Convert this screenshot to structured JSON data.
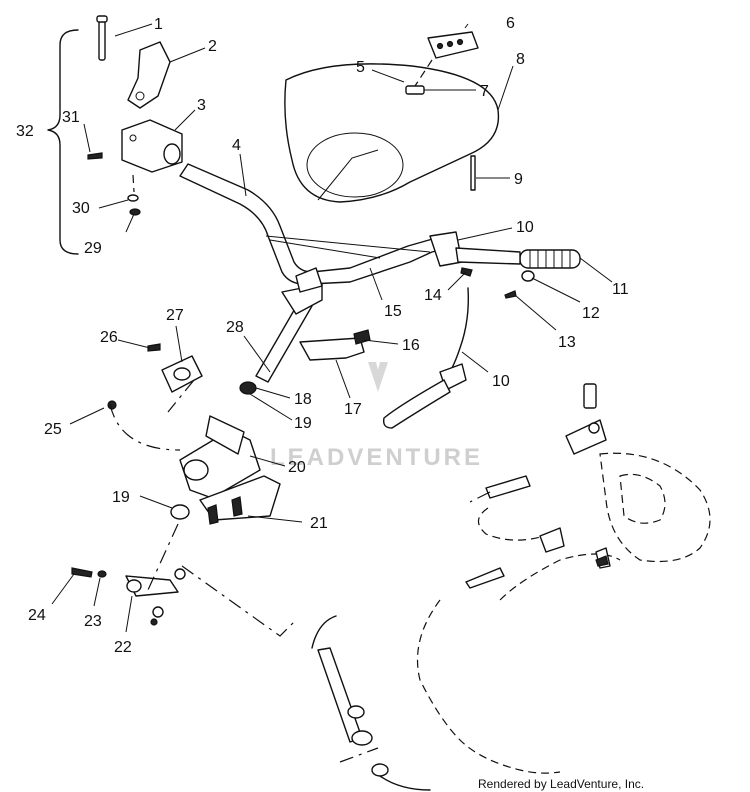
{
  "callouts": [
    "1",
    "2",
    "3",
    "4",
    "5",
    "6",
    "7",
    "8",
    "9",
    "10",
    "10",
    "11",
    "12",
    "13",
    "14",
    "15",
    "16",
    "17",
    "18",
    "19",
    "19",
    "20",
    "21",
    "22",
    "23",
    "24",
    "25",
    "26",
    "27",
    "28",
    "29",
    "30",
    "31",
    "32"
  ],
  "watermark": "LEADVENTURE",
  "footer": "Rendered by LeadVenture, Inc."
}
